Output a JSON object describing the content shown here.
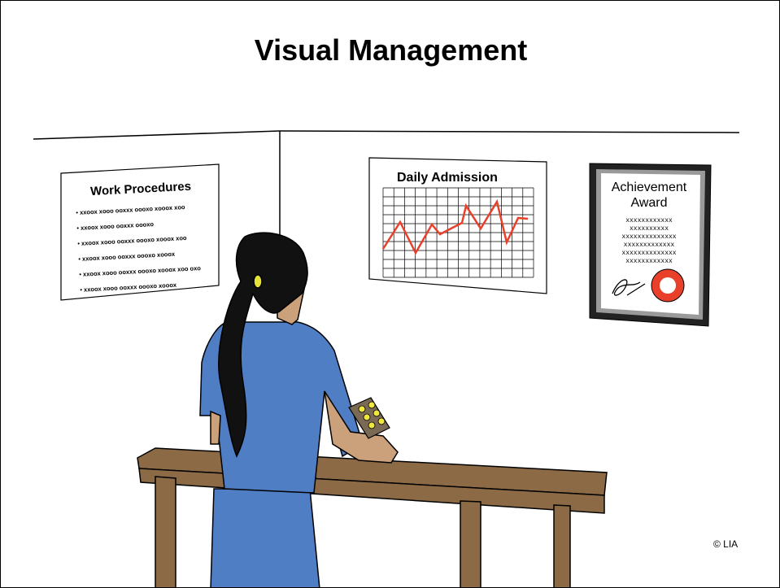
{
  "slide": {
    "title": "Visual Management",
    "copyright": "© LIA"
  },
  "procedures_poster": {
    "title": "Work Procedures",
    "bullets": [
      "xxoox xooo ooxxx oooxo  xooox xoo",
      "xxoox xooo ooxxx oooxo",
      "xxoox xooo ooxxx oooxo  xooox xoo",
      "xxoox xooo ooxxx oooxo  xooox",
      "xxoox xooo ooxxx oooxo  xooox xoo oxo",
      "xxoox xooo ooxxx oooxo  xooox"
    ]
  },
  "admission_chart": {
    "title": "Daily Admission",
    "line_color": "#e8402a"
  },
  "award": {
    "title_line1": "Achievement",
    "title_line2": "Award",
    "text_lines": [
      "xxxxxxxxxxxx",
      "xxxxxxxxxx",
      "xxxxxxxxxxxxxx",
      "xxxxxxxxxxxxx",
      "xxxxxxxxxxxxxx",
      "xxxxxxxxxxxx"
    ],
    "seal_color": "#e8402a"
  },
  "colors": {
    "scrubs": "#4f7ec4",
    "table": "#8b6a45",
    "skin": "#caa17a",
    "hair": "#111111",
    "hair_tie": "#e6e23a"
  },
  "icons": {
    "signature": "signature-icon",
    "seal": "award-seal-icon",
    "pill_pack": "pill-blister-icon"
  }
}
